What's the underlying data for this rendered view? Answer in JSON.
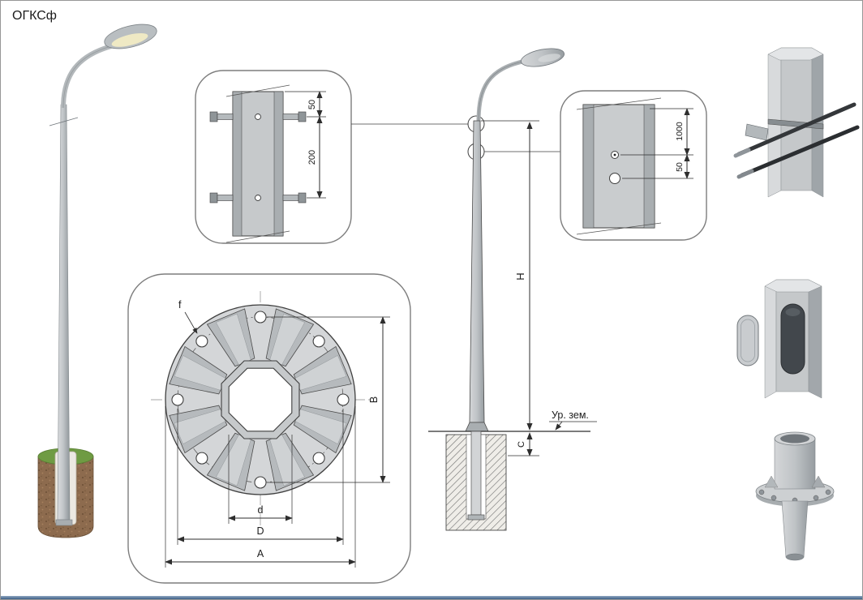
{
  "page": {
    "title": "ОГКСф",
    "colors": {
      "line": "#3f3f3f",
      "pole_gray": "#c6c9cb",
      "pole_dark": "#9aa0a4",
      "foundation_brown": "#8d6b4e",
      "grass_green": "#6f9b43",
      "callout_border": "#7d7d7d"
    }
  },
  "top_detail": {
    "dim_edge_to_bolt": "50",
    "dim_bolt_spacing": "200"
  },
  "right_detail": {
    "dim_top_to_hole": "1000",
    "dim_hole_offset": "50"
  },
  "flange_detail": {
    "hole_label": "f",
    "bolt_circle_vertical": "B",
    "inner_diameter": "d",
    "bolt_circle_diameter": "D",
    "outer_diameter": "A"
  },
  "elevation": {
    "height_label": "H",
    "embed_label": "C",
    "ground_level": "Ур. зем."
  }
}
